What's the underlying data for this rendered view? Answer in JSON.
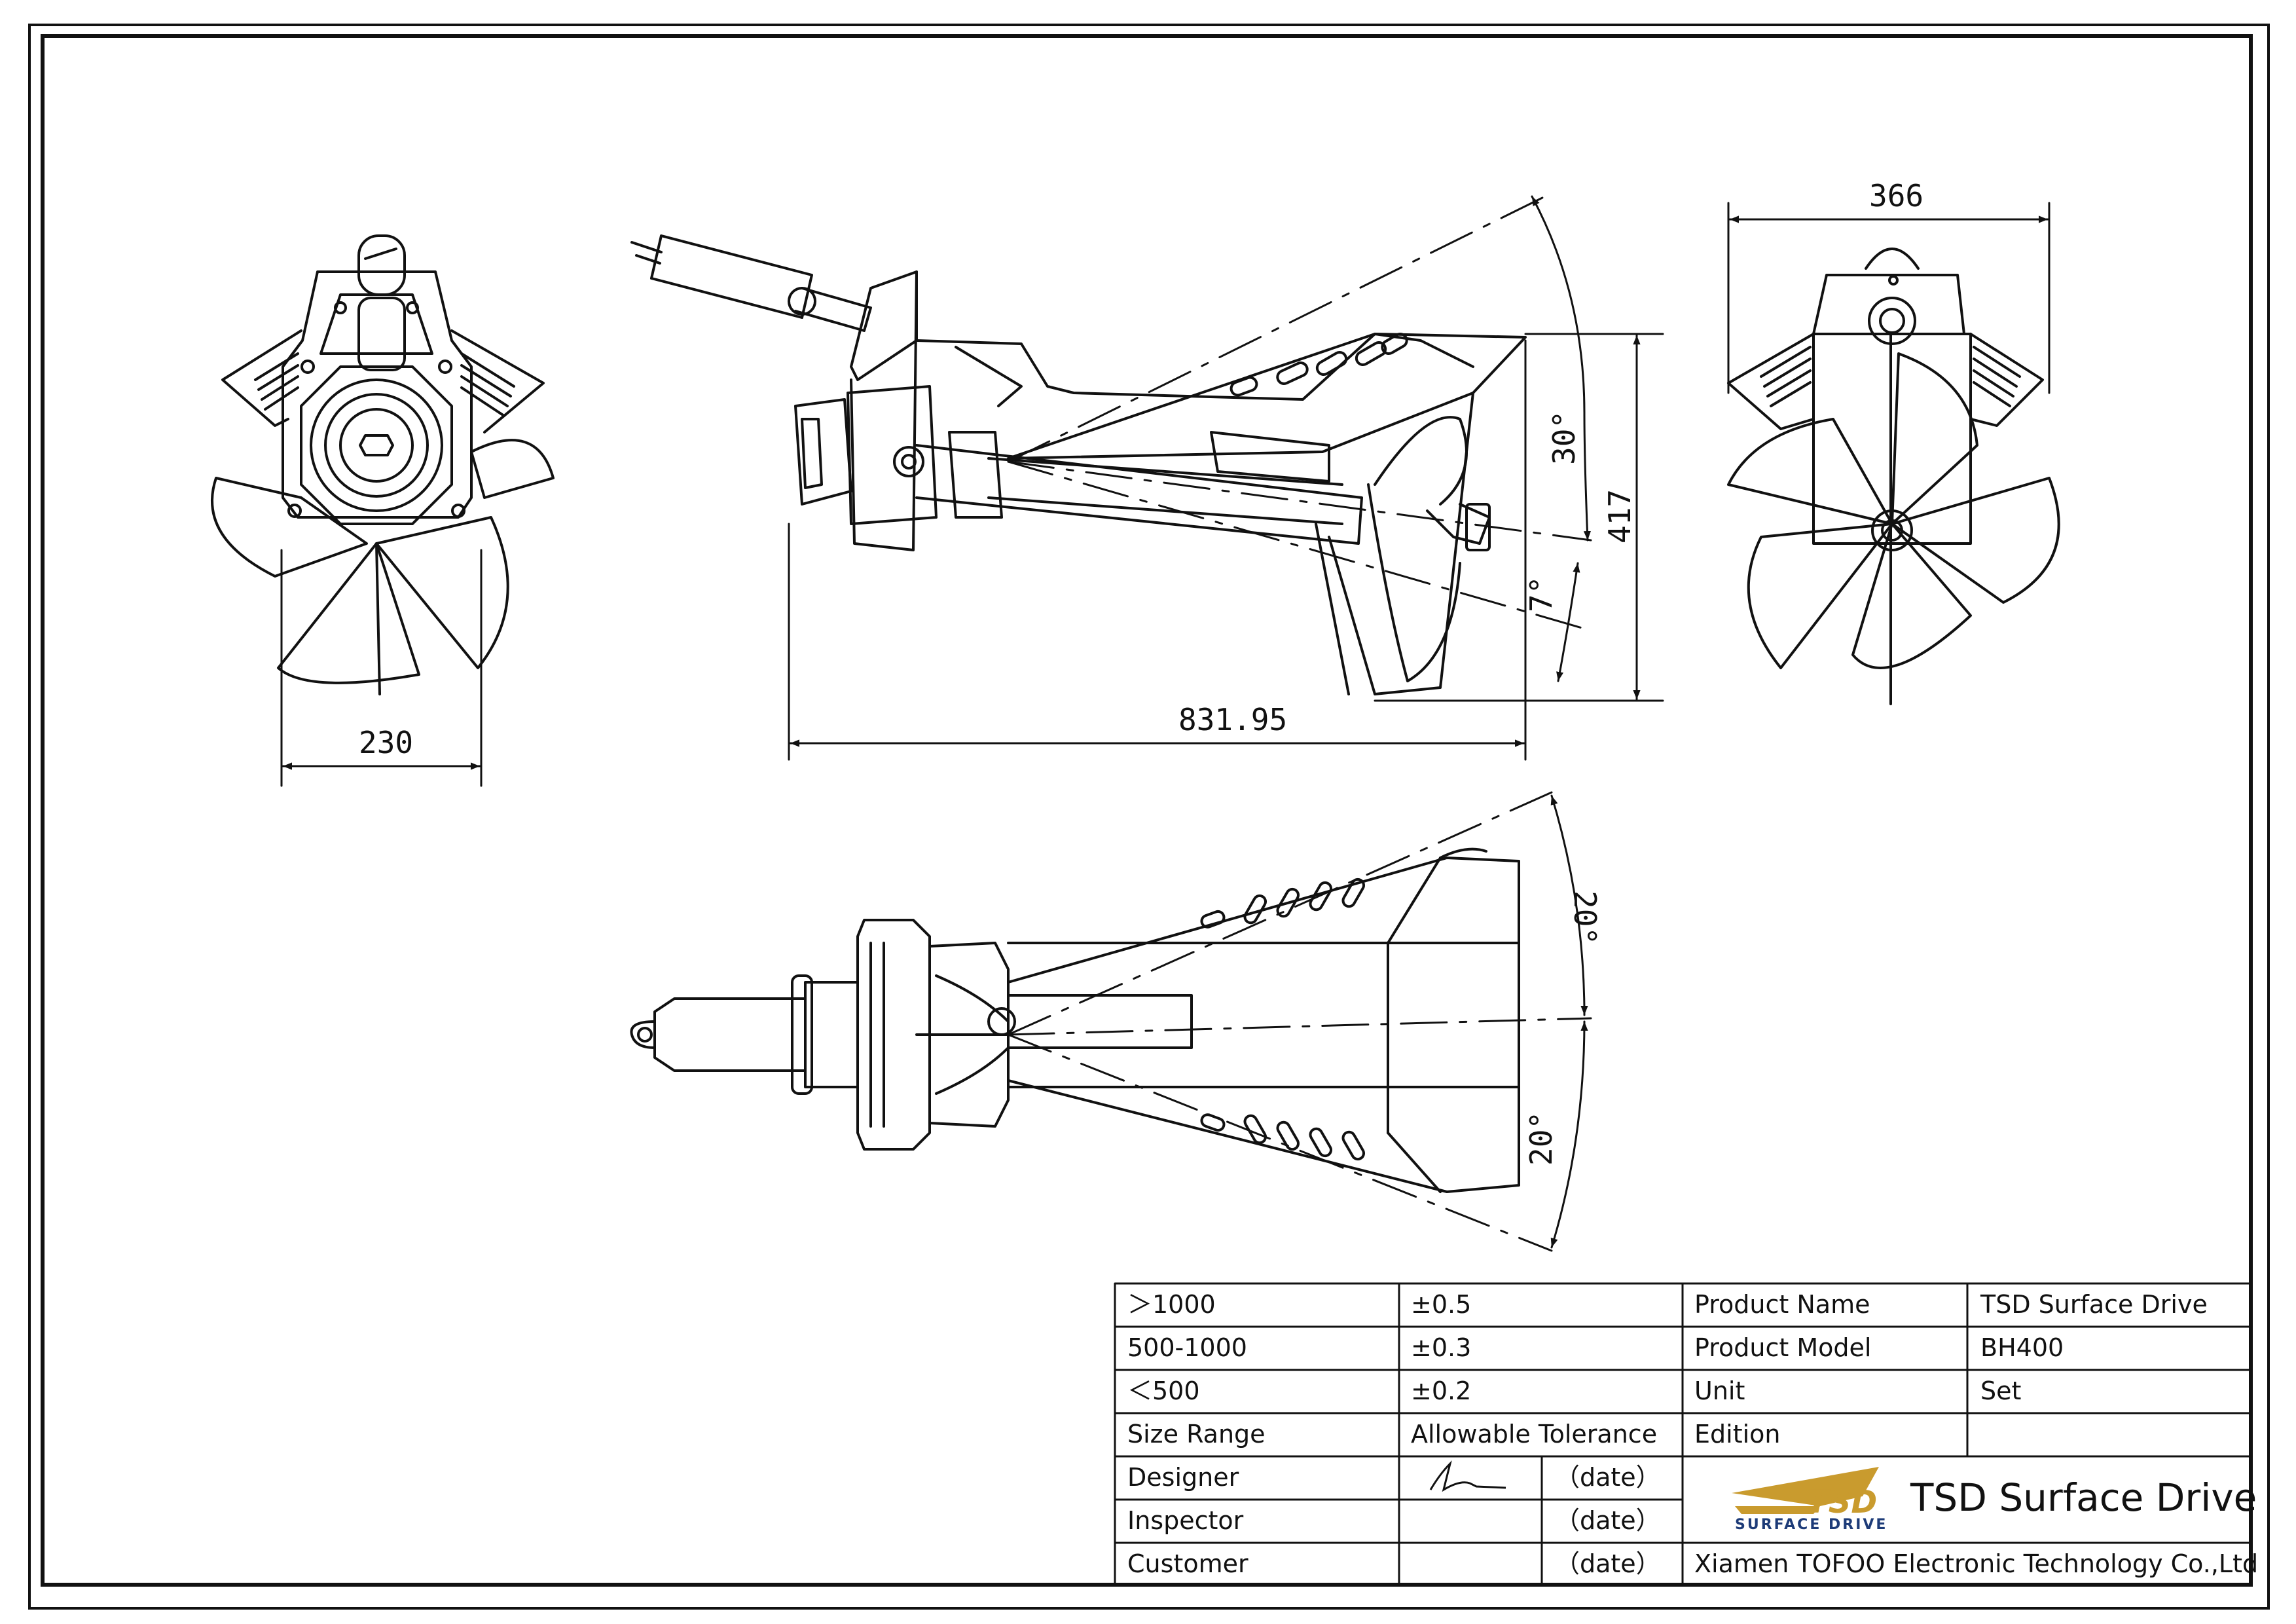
{
  "dimensions": {
    "front_width": "230",
    "side_length": "831.95",
    "side_height": "417",
    "trim_up_angle": "30°",
    "trim_down_angle": "7°",
    "rear_width": "366",
    "steer_left_angle": "20°",
    "steer_right_angle": "20°"
  },
  "title_block": {
    "tolerance_rows": [
      {
        "range": "＞1000",
        "tolerance": "±0.5"
      },
      {
        "range": "500-1000",
        "tolerance": "±0.3"
      },
      {
        "range": "＜500",
        "tolerance": "±0.2"
      }
    ],
    "size_range_header": "Size Range",
    "tolerance_header": "Allowable Tolerance",
    "product_name_label": "Product Name",
    "product_name": "TSD Surface Drive",
    "product_model_label": "Product Model",
    "product_model": "BH400",
    "unit_label": "Unit",
    "unit": "Set",
    "edition_label": "Edition",
    "edition": "",
    "designer_label": "Designer",
    "inspector_label": "Inspector",
    "customer_label": "Customer",
    "date_placeholder": "（date）",
    "logo_text": "TSD",
    "logo_subtext": "SURFACE DRIVE",
    "company_brand": "TSD Surface Drive",
    "company_name": "Xiamen TOFOO Electronic Technology Co.,Ltd"
  },
  "colors": {
    "line": "#111111",
    "logo_gold": "#c99b2e",
    "logo_blue": "#1d3b78"
  }
}
